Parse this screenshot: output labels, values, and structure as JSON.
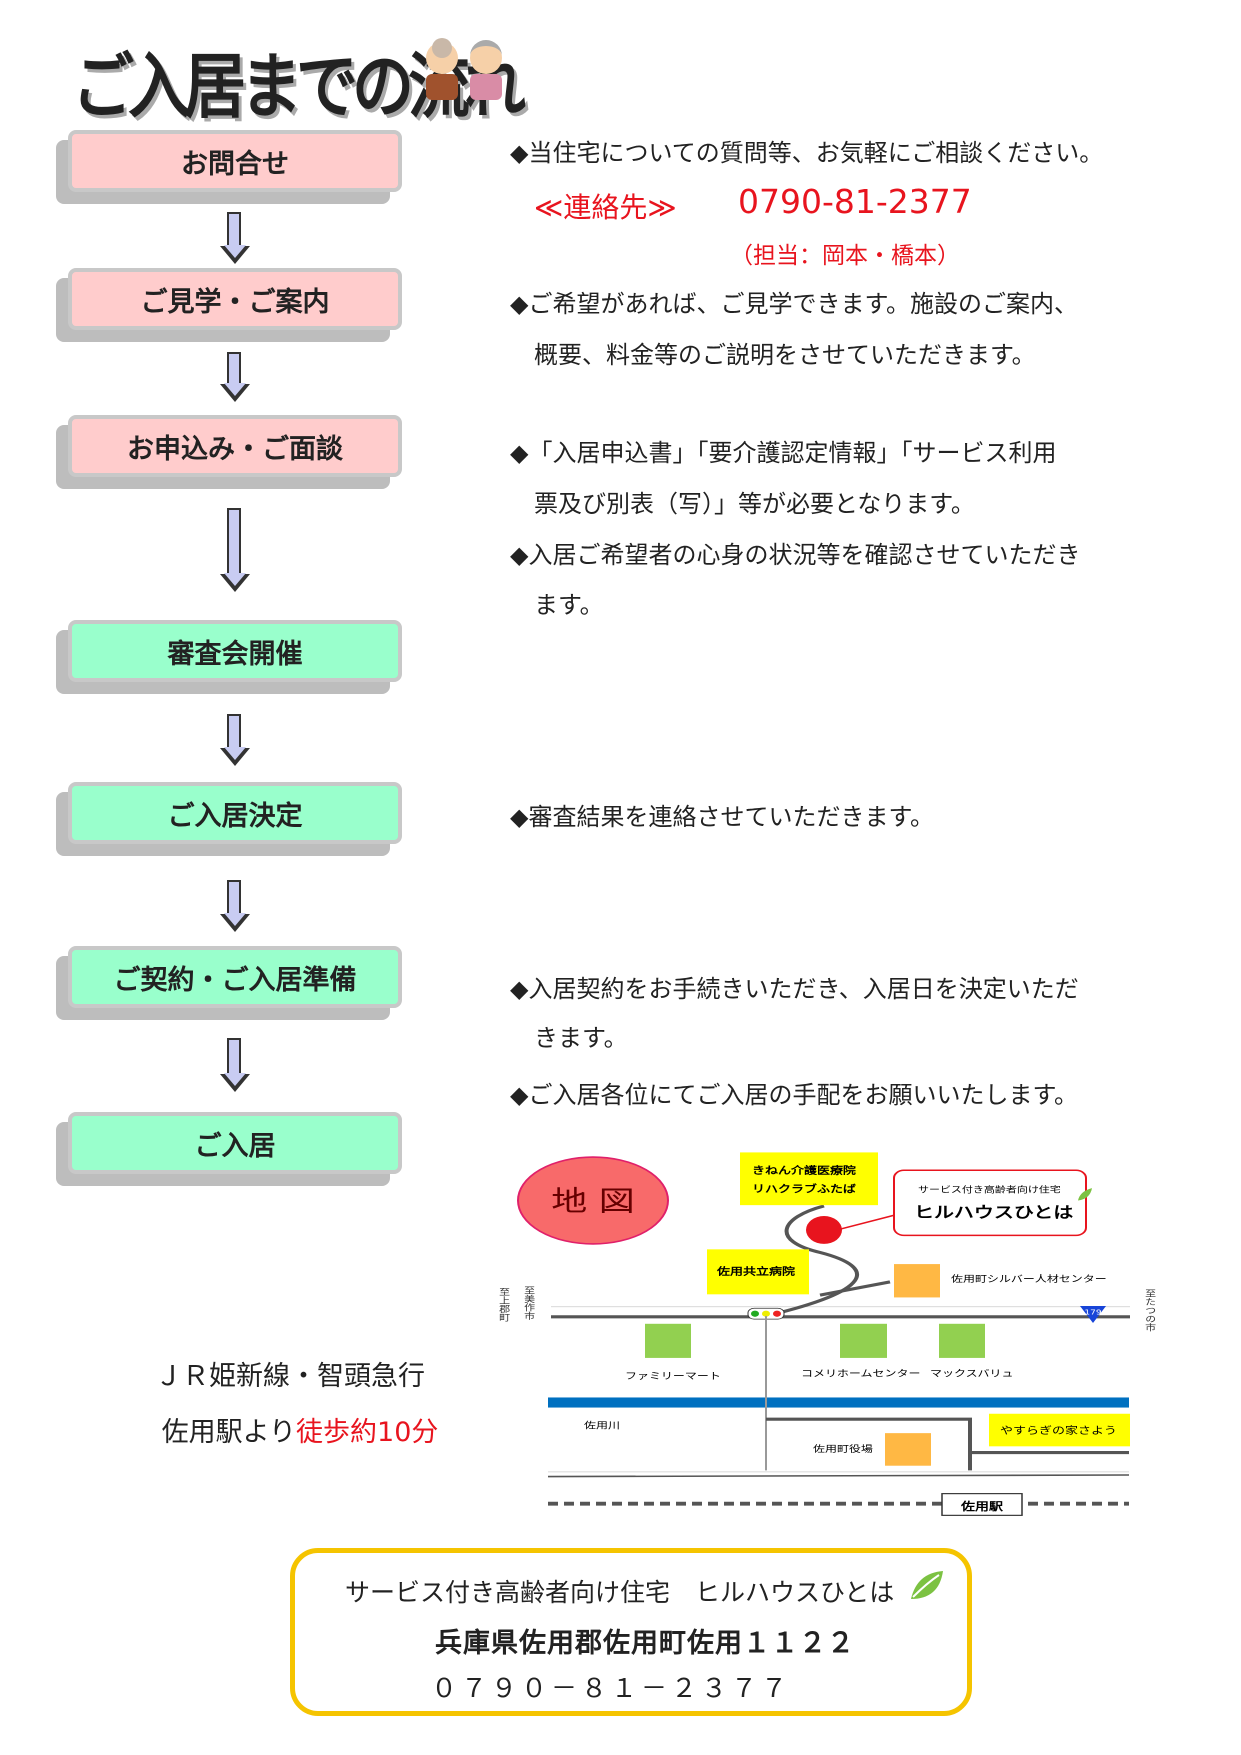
{
  "title": "ご入居までの流れ",
  "steps": [
    {
      "label": "お問合せ",
      "color": "pink"
    },
    {
      "label": "ご見学・ご案内",
      "color": "pink"
    },
    {
      "label": "お申込み・ご面談",
      "color": "pink"
    },
    {
      "label": "審査会開催",
      "color": "green"
    },
    {
      "label": "ご入居決定",
      "color": "green"
    },
    {
      "label": "ご契約・ご入居準備",
      "color": "green"
    },
    {
      "label": "ご入居",
      "color": "green"
    }
  ],
  "descriptions": {
    "inquiry": "◆当住宅についての質問等、お気軽にご相談ください。",
    "contact_label": "≪連絡先≫",
    "contact_phone": "0790-81-2377",
    "contact_person": "（担当：岡本・橋本）",
    "visit_1": "◆ご希望があれば、ご見学できます。施設のご案内、",
    "visit_2": "概要、料金等のご説明をさせていただきます。",
    "apply_1": "◆「入居申込書」「要介護認定情報」「サービス利用",
    "apply_2": "票及び別表（写）」等が必要となります。",
    "apply_3": "◆入居ご希望者の心身の状況等を確認させていただき",
    "apply_4": "ます。",
    "decision": "◆審査結果を連絡させていただきます。",
    "contract_1": "◆入居契約をお手続きいただき、入居日を決定いただ",
    "contract_2": "きます。",
    "contract_3": "◆ご入居各位にてご入居の手配をお願いいたします。"
  },
  "access": {
    "line1": "ＪＲ姫新線・智頭急行",
    "line2_prefix": "佐用駅より",
    "line2_highlight": "徒歩約10分"
  },
  "map": {
    "title": "地 図",
    "hospital1_1": "きねん介護医療院",
    "hospital1_2": "リハクラブふたば",
    "facility_sub": "サービス付き高齢者向け住宅",
    "facility_name": "ヒルハウスひとは",
    "hospital2": "佐用共立病院",
    "silver": "佐用町シルバー人材センター",
    "famima": "ファミリーマート",
    "komeri": "コメリホームセンター",
    "maxvalu": "マックスバリュ",
    "river": "佐用川",
    "yasuragi": "やすらぎの家さよう",
    "townhall": "佐用町役場",
    "station": "佐用駅",
    "route": "179",
    "to_kamigori": "至上郡町",
    "to_mimasaka": "至美作市",
    "to_tatsuno": "至たつの市"
  },
  "footer": {
    "line1": "サービス付き高齢者向け住宅　ヒルハウスひとは",
    "line2": "兵庫県佐用郡佐用町佐用１１２２",
    "line3": "０７９０－８１－２３７７"
  },
  "colors": {
    "pink": "#ffcccc",
    "green": "#99ffcc",
    "red": "#e8141e",
    "yellow": "#ffff00",
    "border": "#f5c400"
  }
}
